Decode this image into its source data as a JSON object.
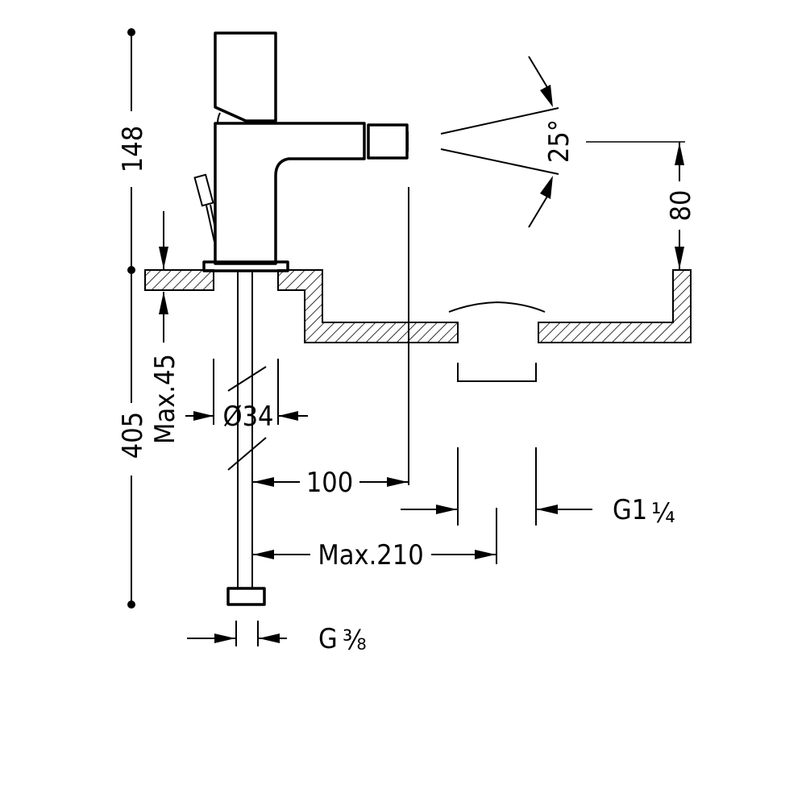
{
  "drawing": {
    "title": "Bidet mixer dimension drawing",
    "dimensions": {
      "height_above_deck": "148",
      "total_height": "405",
      "deck_thickness": "Max.45",
      "hole_diameter": "Ø34",
      "spout_reach": "100",
      "spray_angle": "25°",
      "bidet_rim_height": "80",
      "waste_thread": "G1",
      "waste_thread_fraction": "¼",
      "max_distance": "Max.210",
      "supply_thread": "G",
      "supply_thread_fraction": "⅜"
    }
  }
}
